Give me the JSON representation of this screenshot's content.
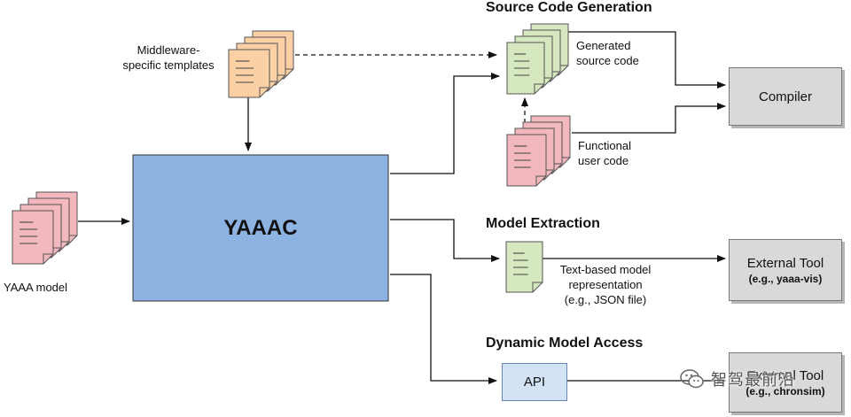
{
  "sections": {
    "source_code_generation": "Source Code Generation",
    "model_extraction": "Model Extraction",
    "dynamic_model_access": "Dynamic Model Access"
  },
  "nodes": {
    "middleware_templates": [
      "Middleware-",
      "specific templates"
    ],
    "yaaa_model": "YAAA model",
    "yaaac": "YAAAC",
    "generated_source": [
      "Generated",
      "source code"
    ],
    "functional_code": [
      "Functional",
      "user code"
    ],
    "compiler": "Compiler",
    "text_model": [
      "Text-based model",
      "representation",
      "(e.g., JSON file)"
    ],
    "external_tool_1": {
      "name": "External Tool",
      "example": "(e.g., yaaa-vis)"
    },
    "api": "API",
    "external_tool_2": {
      "name": "External Tool",
      "example": "(e.g., chronsim)"
    }
  },
  "watermark": "智驾最前沿",
  "colors": {
    "orange_doc": "#fbd0a5",
    "green_doc": "#d6e8bf",
    "pink_doc": "#f2b8bd",
    "main_block": "#8db3e2",
    "tool_box": "#d9d9d9",
    "api_box": "#d4e2f5"
  },
  "icons": {
    "templates": "document-stack-icon",
    "model": "document-stack-icon",
    "generated": "document-stack-icon",
    "functional": "document-stack-icon",
    "text_model": "document-icon",
    "watermark": "wechat-icon"
  }
}
